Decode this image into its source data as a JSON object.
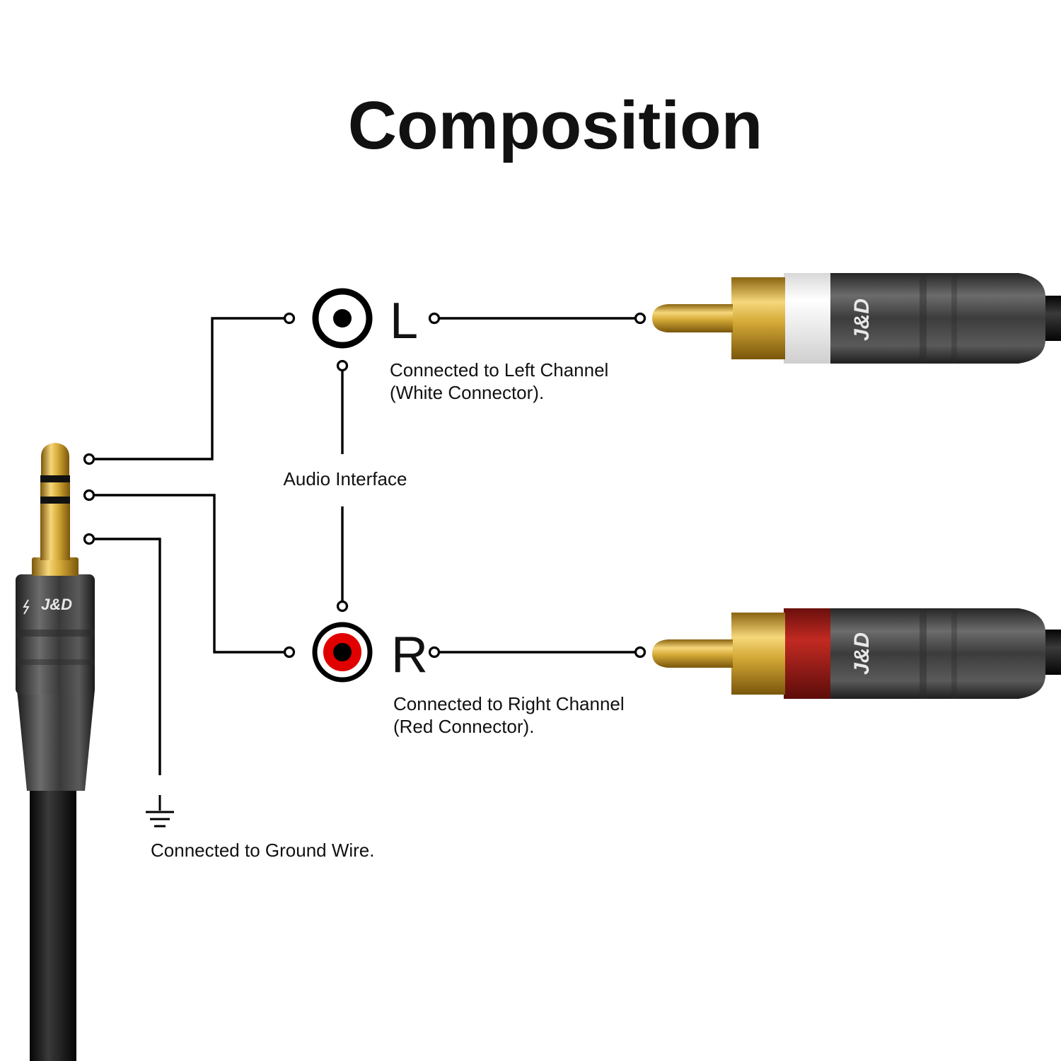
{
  "title": "Composition",
  "audio_interface_label": "Audio Interface",
  "left": {
    "letter": "L",
    "caption_line1": "Connected to Left Channel",
    "caption_line2": "(White Connector).",
    "ring_color": "#ffffff"
  },
  "right": {
    "letter": "R",
    "caption_line1": "Connected to Right Channel",
    "caption_line2": "(Red Connector).",
    "ring_color": "#e00000"
  },
  "ground": {
    "caption": "Connected to Ground Wire."
  },
  "brand": "J&D",
  "colors": {
    "gold": "#d4a936",
    "plug_body": "#4b4b4b",
    "cable": "#111111",
    "white_band": "#f2f2f2",
    "red_band": "#a8201b"
  }
}
